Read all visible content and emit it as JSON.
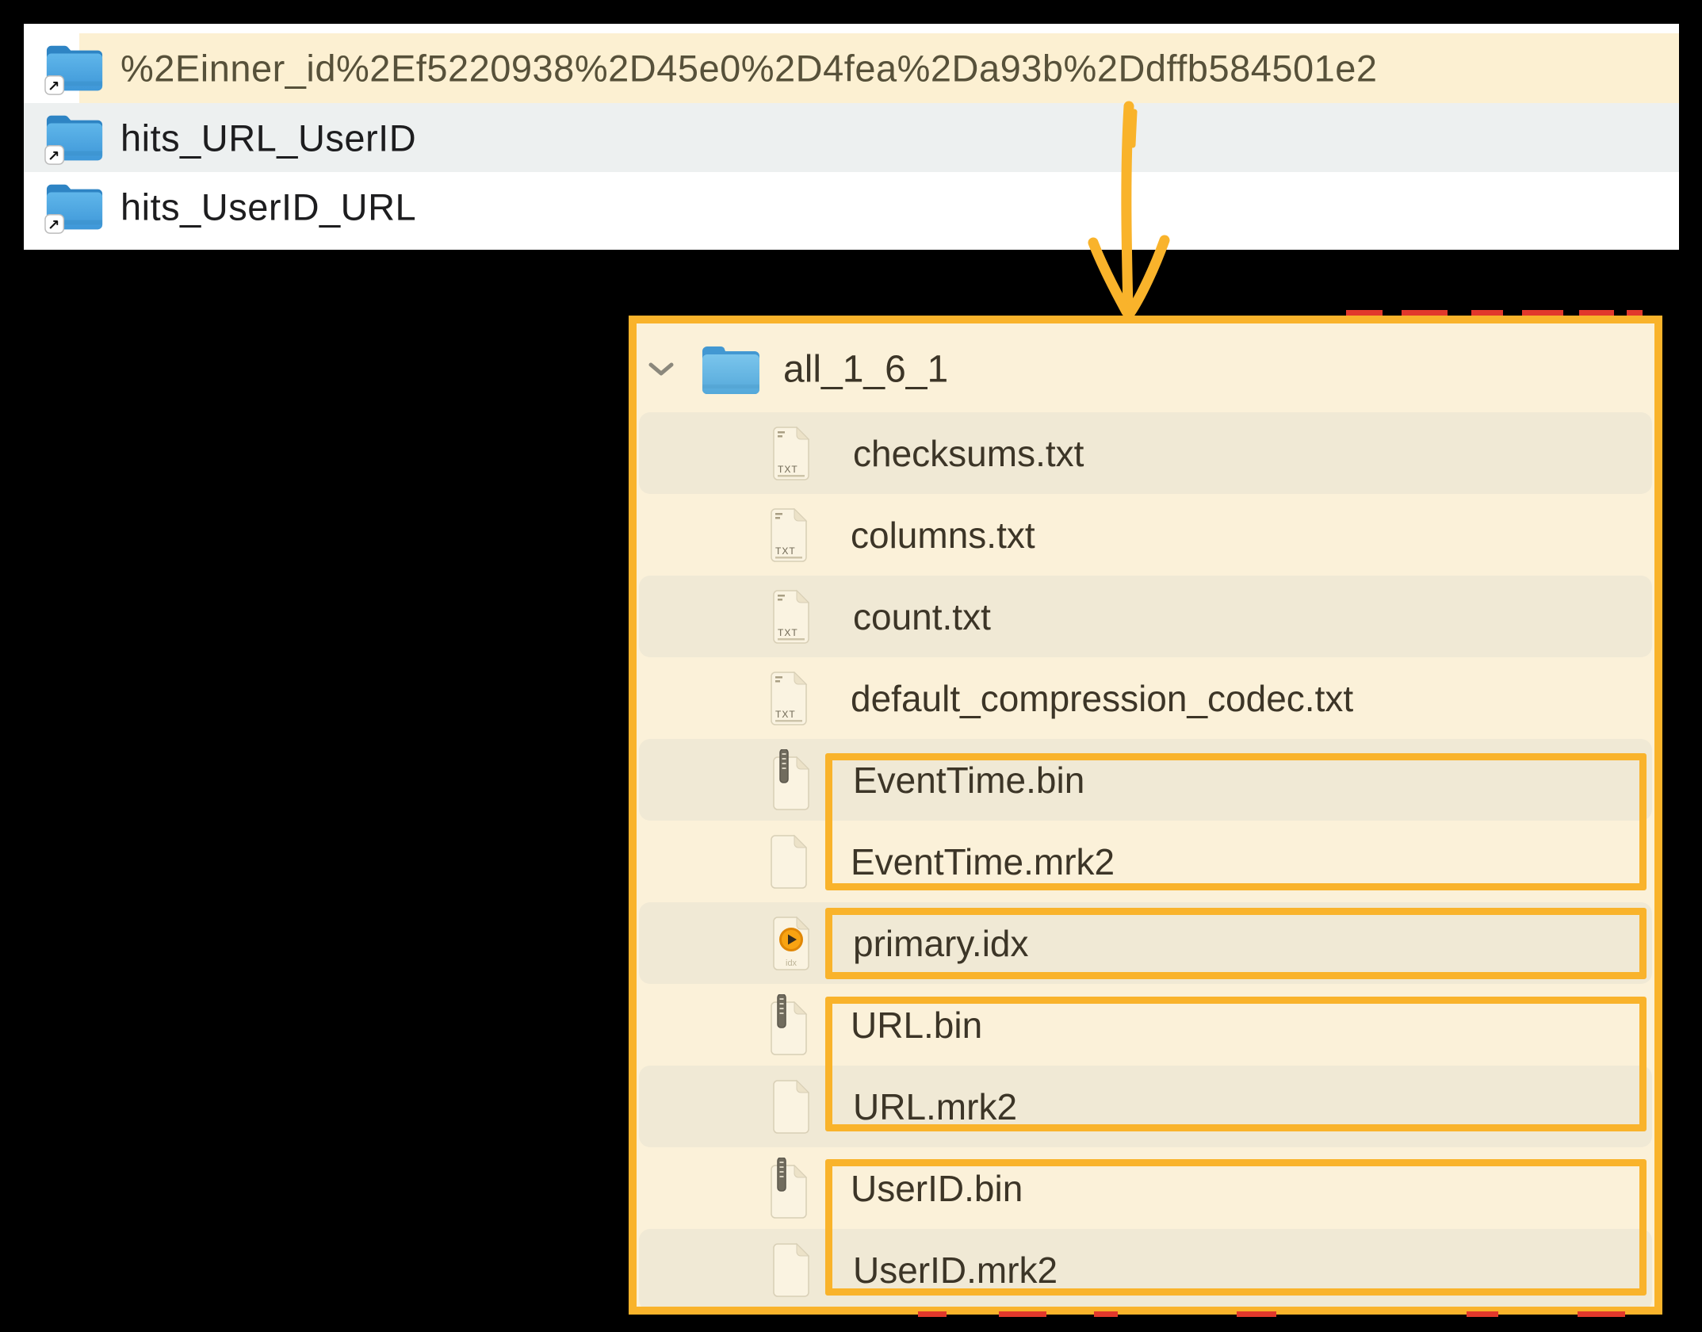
{
  "finder": {
    "rows": [
      {
        "name": "%2Einner_id%2Ef5220938%2D45e0%2D4fea%2Da93b%2Ddffb584501e2",
        "icon": "folder-alias",
        "highlighted": true,
        "striped": false
      },
      {
        "name": "hits_URL_UserID",
        "icon": "folder-alias",
        "highlighted": false,
        "striped": true
      },
      {
        "name": "hits_UserID_URL",
        "icon": "folder-alias",
        "highlighted": false,
        "striped": false
      }
    ]
  },
  "panel": {
    "folder": {
      "name": "all_1_6_1",
      "icon": "folder",
      "expanded": true
    },
    "files": [
      {
        "name": "checksums.txt",
        "icon": "txt",
        "striped": true
      },
      {
        "name": "columns.txt",
        "icon": "txt",
        "striped": false
      },
      {
        "name": "count.txt",
        "icon": "txt",
        "striped": true
      },
      {
        "name": "default_compression_codec.txt",
        "icon": "txt",
        "striped": false
      },
      {
        "name": "EventTime.bin",
        "icon": "bin",
        "striped": true,
        "group": "EventTime"
      },
      {
        "name": "EventTime.mrk2",
        "icon": "mrk2",
        "striped": false,
        "group": "EventTime"
      },
      {
        "name": "primary.idx",
        "icon": "idx",
        "striped": true,
        "group": "primary"
      },
      {
        "name": "URL.bin",
        "icon": "bin",
        "striped": false,
        "group": "URL"
      },
      {
        "name": "URL.mrk2",
        "icon": "mrk2",
        "striped": true,
        "group": "URL"
      },
      {
        "name": "UserID.bin",
        "icon": "bin",
        "striped": false,
        "group": "UserID"
      },
      {
        "name": "UserID.mrk2",
        "icon": "mrk2",
        "striped": true,
        "group": "UserID"
      }
    ],
    "annotation_groups": [
      "EventTime.bin + EventTime.mrk2",
      "primary.idx",
      "URL.bin + URL.mrk2",
      "UserID.bin + UserID.mrk2"
    ]
  },
  "colors": {
    "annotation_orange": "#f9b32b",
    "annotation_red": "#e2382c",
    "highlight_cream": "#fcf0d2",
    "panel_bg": "#fbf1d9",
    "panel_stripe": "#f0e9d5",
    "finder_stripe": "#edf0f0",
    "folder_blue": "#4aa3dc",
    "text_dark": "#1d1d1f",
    "panel_text": "#3c3527"
  }
}
